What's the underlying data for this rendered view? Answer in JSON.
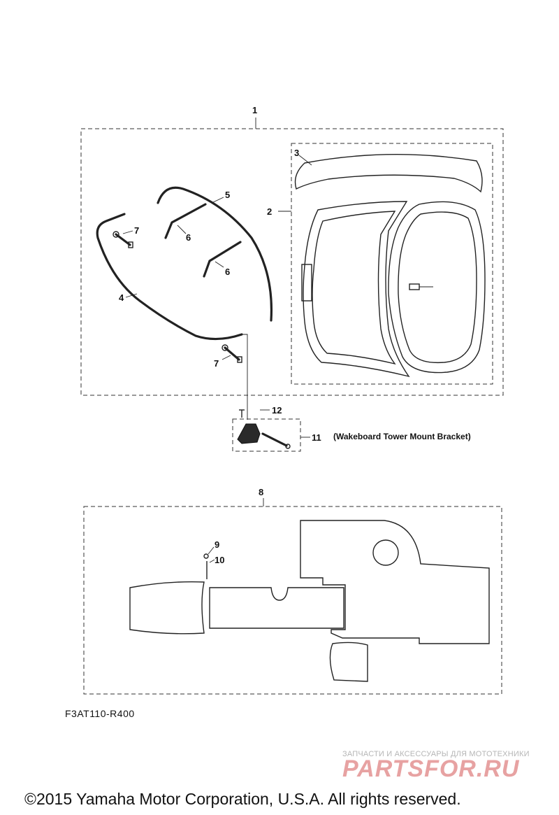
{
  "callouts": {
    "c1": "1",
    "c2": "2",
    "c3": "3",
    "c4": "4",
    "c5": "5",
    "c6a": "6",
    "c6b": "6",
    "c7a": "7",
    "c7b": "7",
    "c8": "8",
    "c9": "9",
    "c10": "10",
    "c11": "11",
    "c12": "12"
  },
  "notes": {
    "bracket": "(Wakeboard Tower Mount Bracket)"
  },
  "diagram_code": "F3AT110-R400",
  "watermark": {
    "tagline": "ЗАПЧАСТИ И АКСЕССУАРЫ ДЛЯ МОТОТЕХНИКИ",
    "brand": "PARTSFOR.RU"
  },
  "copyright": "©2015 Yamaha Motor Corporation, U.S.A. All rights reserved."
}
